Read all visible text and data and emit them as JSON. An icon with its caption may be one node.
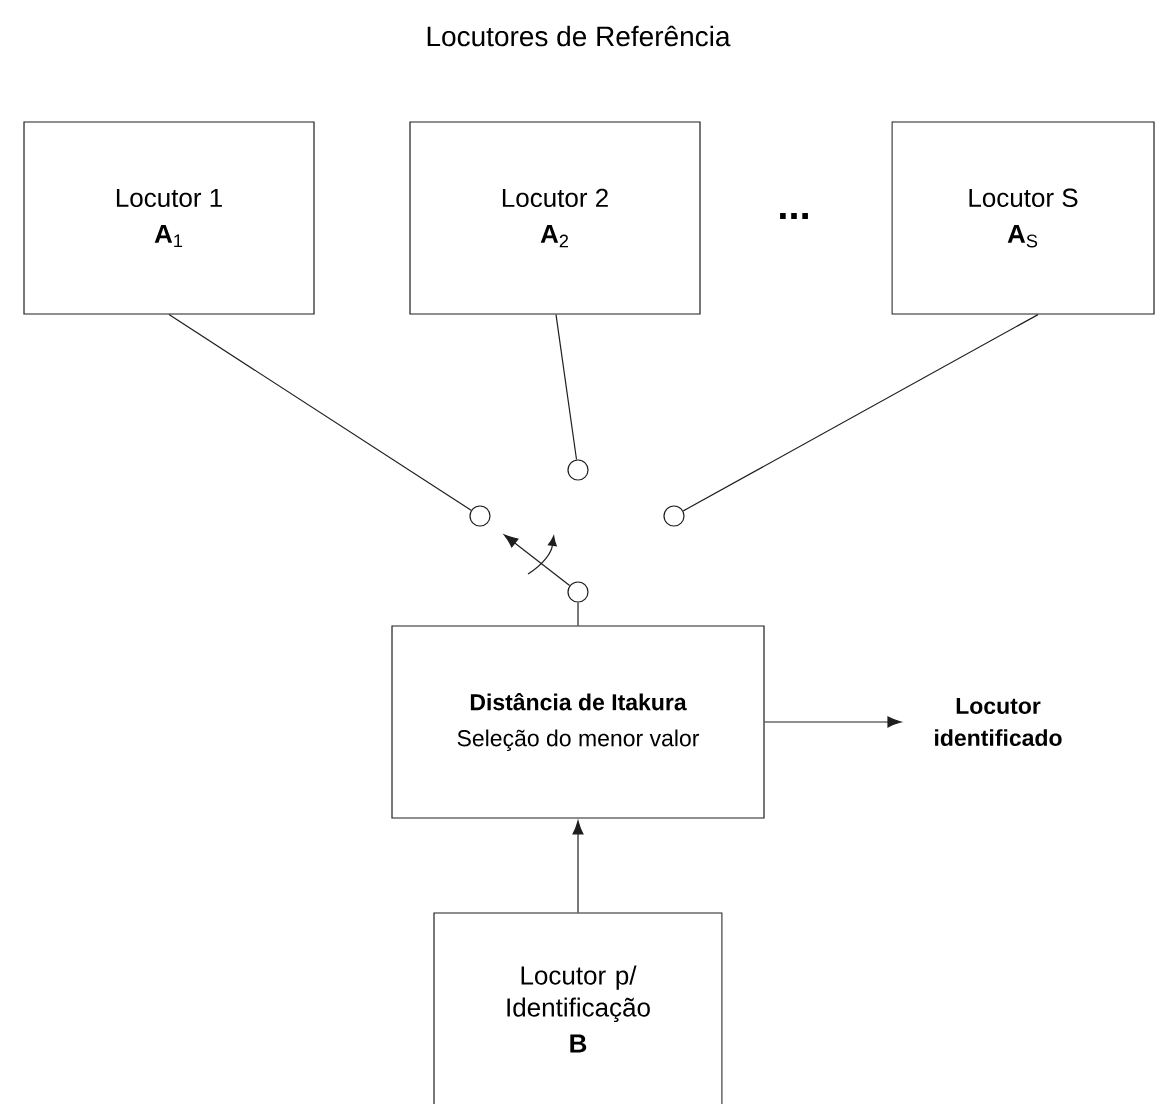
{
  "diagram": {
    "title": "Locutores de Referência",
    "nodes": [
      {
        "text": [
          "Locutor 1",
          "**A**$_{1}$"
        ]
      },
      {
        "text": [
          "Locutor 2",
          "**A**$_{2}$"
        ]
      },
      {
        "text": [
          "Locutor S",
          "**A**$_{S}$"
        ]
      },
      {
        "text": [],
        "shape": "circle"
      },
      {
        "text": [],
        "shape": "circle"
      },
      {
        "text": [],
        "shape": "circle"
      },
      {
        "text": [],
        "shape": "circle"
      },
      {
        "text": [
          "Distância de Itakura",
          "Seleção do menor valor"
        ]
      },
      {
        "text": [
          "Locutor identificado"
        ]
      },
      {
        "text": [
          "Locutor p/ Identificação",
          "B"
        ]
      }
    ],
    "edges": [
      {
        "from": 0,
        "to": 3,
        "arrow": "none"
      },
      {
        "from": 1,
        "to": 4,
        "arrow": "none"
      },
      {
        "from": 2,
        "to": 5,
        "arrow": "none"
      },
      {
        "from": 6,
        "to": 3,
        "arrow": "to"
      },
      {
        "from": 6,
        "to": 7,
        "arrow": "none"
      },
      {
        "from": 7,
        "to": 8,
        "arrow": "to"
      },
      {
        "from": 9,
        "to": 7,
        "arrow": "to"
      }
    ],
    "labels": [
      "..."
    ]
  }
}
